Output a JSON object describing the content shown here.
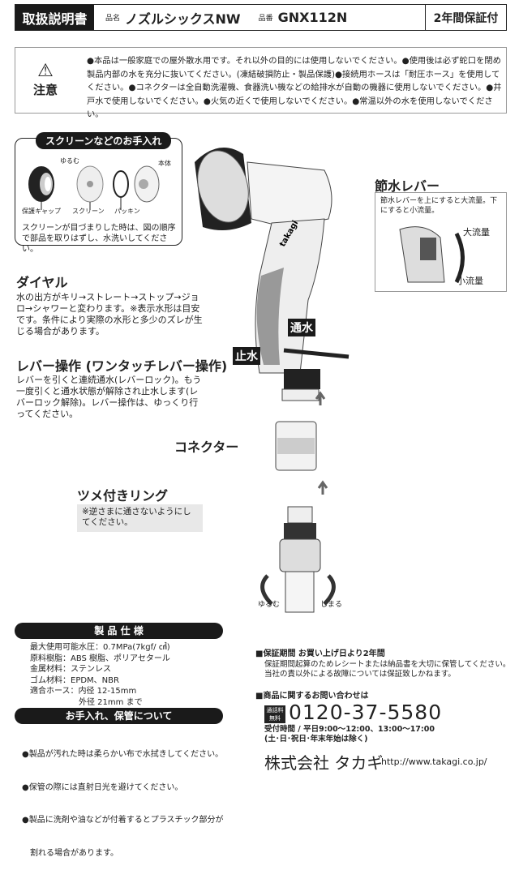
{
  "header": {
    "doc_label": "取扱説明書",
    "name_label": "品名",
    "product_name": "ノズルシックスNW",
    "code_label": "品番",
    "product_code": "GNX112N",
    "warranty_badge": "2年間保証付"
  },
  "caution": {
    "label": "注意",
    "text": "●本品は一般家庭での屋外散水用です。それ以外の目的には使用しないでください。●使用後は必ず蛇口を閉め製品内部の水を充分に抜いてください。(凍結破損防止・製品保護)●接続用ホースは「耐圧ホース」を使用してください。●コネクターは全自動洗濯機、食器洗い機などの給排水が自動の機器に使用しないでください。●井戸水で使用しないでください。●火気の近くで使用しないでください。●常温以外の水を使用しないでください。"
  },
  "screen_care": {
    "title": "スクリーンなどのお手入れ",
    "loosen": "ゆるむ",
    "body": "本体",
    "parts": [
      "保護キャップ",
      "スクリーン",
      "パッキン"
    ],
    "note": "スクリーンが目づまりした時は、図の順序で部品を取りはずし、水洗いしてください。"
  },
  "lever": {
    "title": "節水レバー",
    "note": "節水レバーを上にすると大流量。下にすると小流量。",
    "high": "大流量",
    "low": "小流量"
  },
  "dial": {
    "title": "ダイヤル",
    "text": "水の出方がキリ→ストレート→ストップ→ジョロ→シャワーと変わります。※表示水形は目安です。条件により実際の水形と多少のズレが生じる場合があります。"
  },
  "lever_op": {
    "title": "レバー操作 (ワンタッチレバー操作)",
    "text": "レバーを引くと連続通水(レバーロック)。もう一度引くと通水状態が解除され止水します(レバーロック解除)。レバー操作は、ゆっくり行ってください。"
  },
  "flow": {
    "on": "通水",
    "off": "止水"
  },
  "brand": "takagi",
  "connector": {
    "title": "コネクター"
  },
  "ring": {
    "title": "ツメ付きリング",
    "note": "※逆さまに通さないようにしてください。",
    "loosen": "ゆるむ",
    "tighten": "しまる"
  },
  "specs": {
    "title": "製 品 仕 様",
    "lines": [
      "最大使用可能水圧：0.7MPa(7kgf/ ㎠)",
      "原料樹脂：ABS 樹脂、ポリアセタール",
      "金属材料：ステンレス",
      "ゴム材料：EPDM、NBR",
      "適合ホース：内径 12-15mm",
      "　　　　　　外径 21mm まで"
    ]
  },
  "care": {
    "title": "お手入れ、保管について",
    "items": [
      "●製品が汚れた時は柔らかい布で水拭きしてください。",
      "●保管の際には直射日光を避けてください。",
      "●製品に洗剤や油などが付着するとプラスチック部分が",
      "　割れる場合があります。"
    ]
  },
  "warranty": {
    "title": "■保証期間 お買い上げ日より2年間",
    "lines": [
      "保証期間起算のためレシートまたは納品書を大切に保管してください。",
      "当社の責以外による故障については保証致しかねます。"
    ]
  },
  "contact": {
    "title": "■商品に関するお問い合わせは",
    "free_badge": "通話料 無料",
    "phone": "0120-37-5580",
    "hours": "受付時間 / 平日9:00～12:00、13:00～17:00",
    "closed": "(土･日･祝日･年末年始は除く)"
  },
  "company": {
    "name": "株式会社 タカギ",
    "url": "http://www.takagi.co.jp/"
  }
}
